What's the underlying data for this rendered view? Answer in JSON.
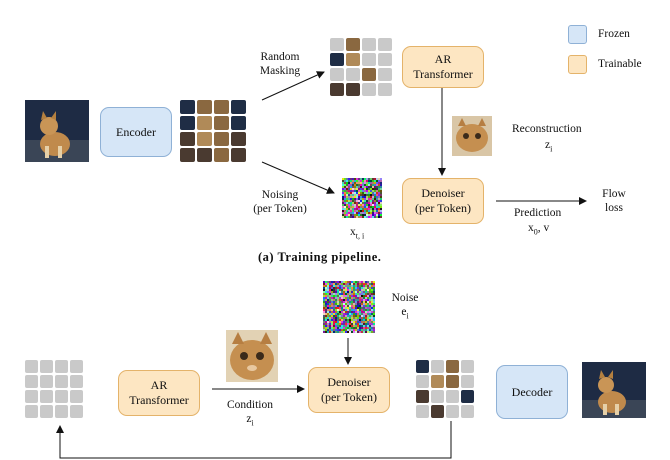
{
  "legend": {
    "frozen_label": "Frozen",
    "trainable_label": "Trainable",
    "frozen_color": "#d6e6f7",
    "trainable_color": "#fde6c2"
  },
  "training": {
    "encoder_label": "Encoder",
    "random_masking_label": [
      "Random",
      "Masking"
    ],
    "noising_label": [
      "Noising",
      "(per Token)"
    ],
    "ar_transformer_label": [
      "AR",
      "Transformer"
    ],
    "denoiser_label": [
      "Denoiser",
      "(per Token)"
    ],
    "reconstruction_label": "Reconstruction",
    "reconstruction_var": "z",
    "reconstruction_sub": "i",
    "noisy_var": "x",
    "noisy_sub": "t, i",
    "prediction_label": "Prediction",
    "prediction_vars": "x",
    "prediction_sub": "0",
    "prediction_tail": ", v",
    "flow_loss_label": [
      "Flow",
      "loss"
    ],
    "caption": "(a) Training pipeline."
  },
  "inference": {
    "ar_transformer_label": [
      "AR",
      "Transformer"
    ],
    "denoiser_label": [
      "Denoiser",
      "(per Token)"
    ],
    "decoder_label": "Decoder",
    "noise_label": "Noise",
    "noise_var": "e",
    "noise_sub": "i",
    "condition_label": "Condition",
    "condition_var": "z",
    "condition_sub": "i"
  }
}
